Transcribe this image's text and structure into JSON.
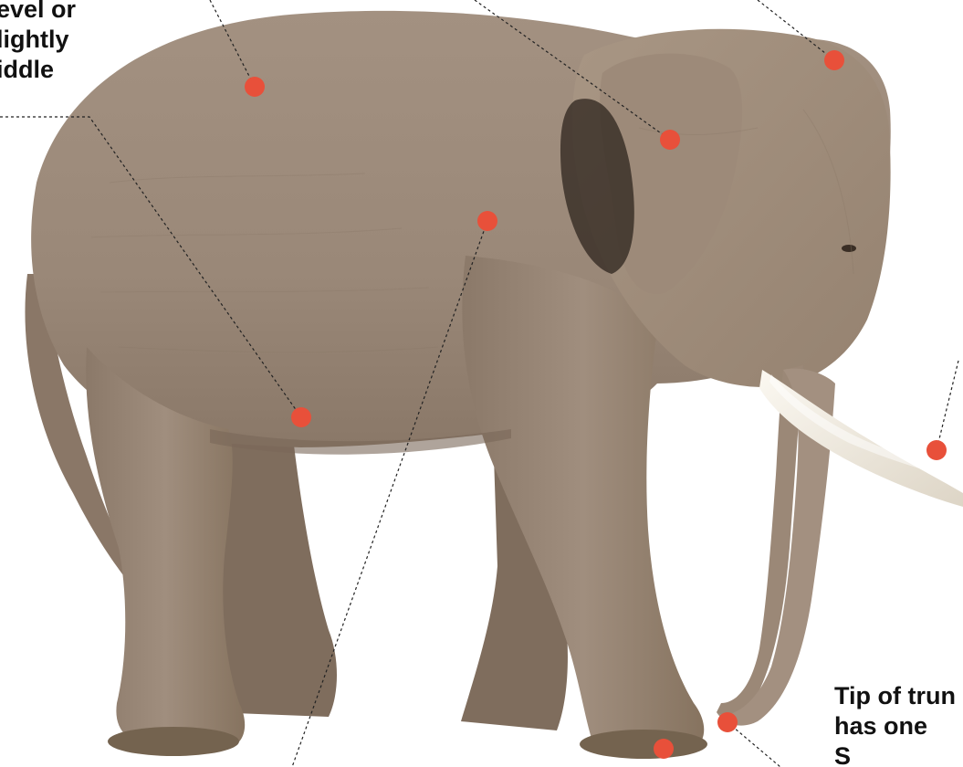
{
  "annotations": {
    "back_label": "evel or\nlightly\niddle",
    "trunk_tip_label": "Tip of trun\nhas one\nS"
  },
  "colors": {
    "background": "#ffffff",
    "marker": "#e8503a",
    "skin": "#a08c7b",
    "skin_shadow": "#7c6a5c",
    "tusk": "#f1ece2"
  },
  "subject": "elephant"
}
